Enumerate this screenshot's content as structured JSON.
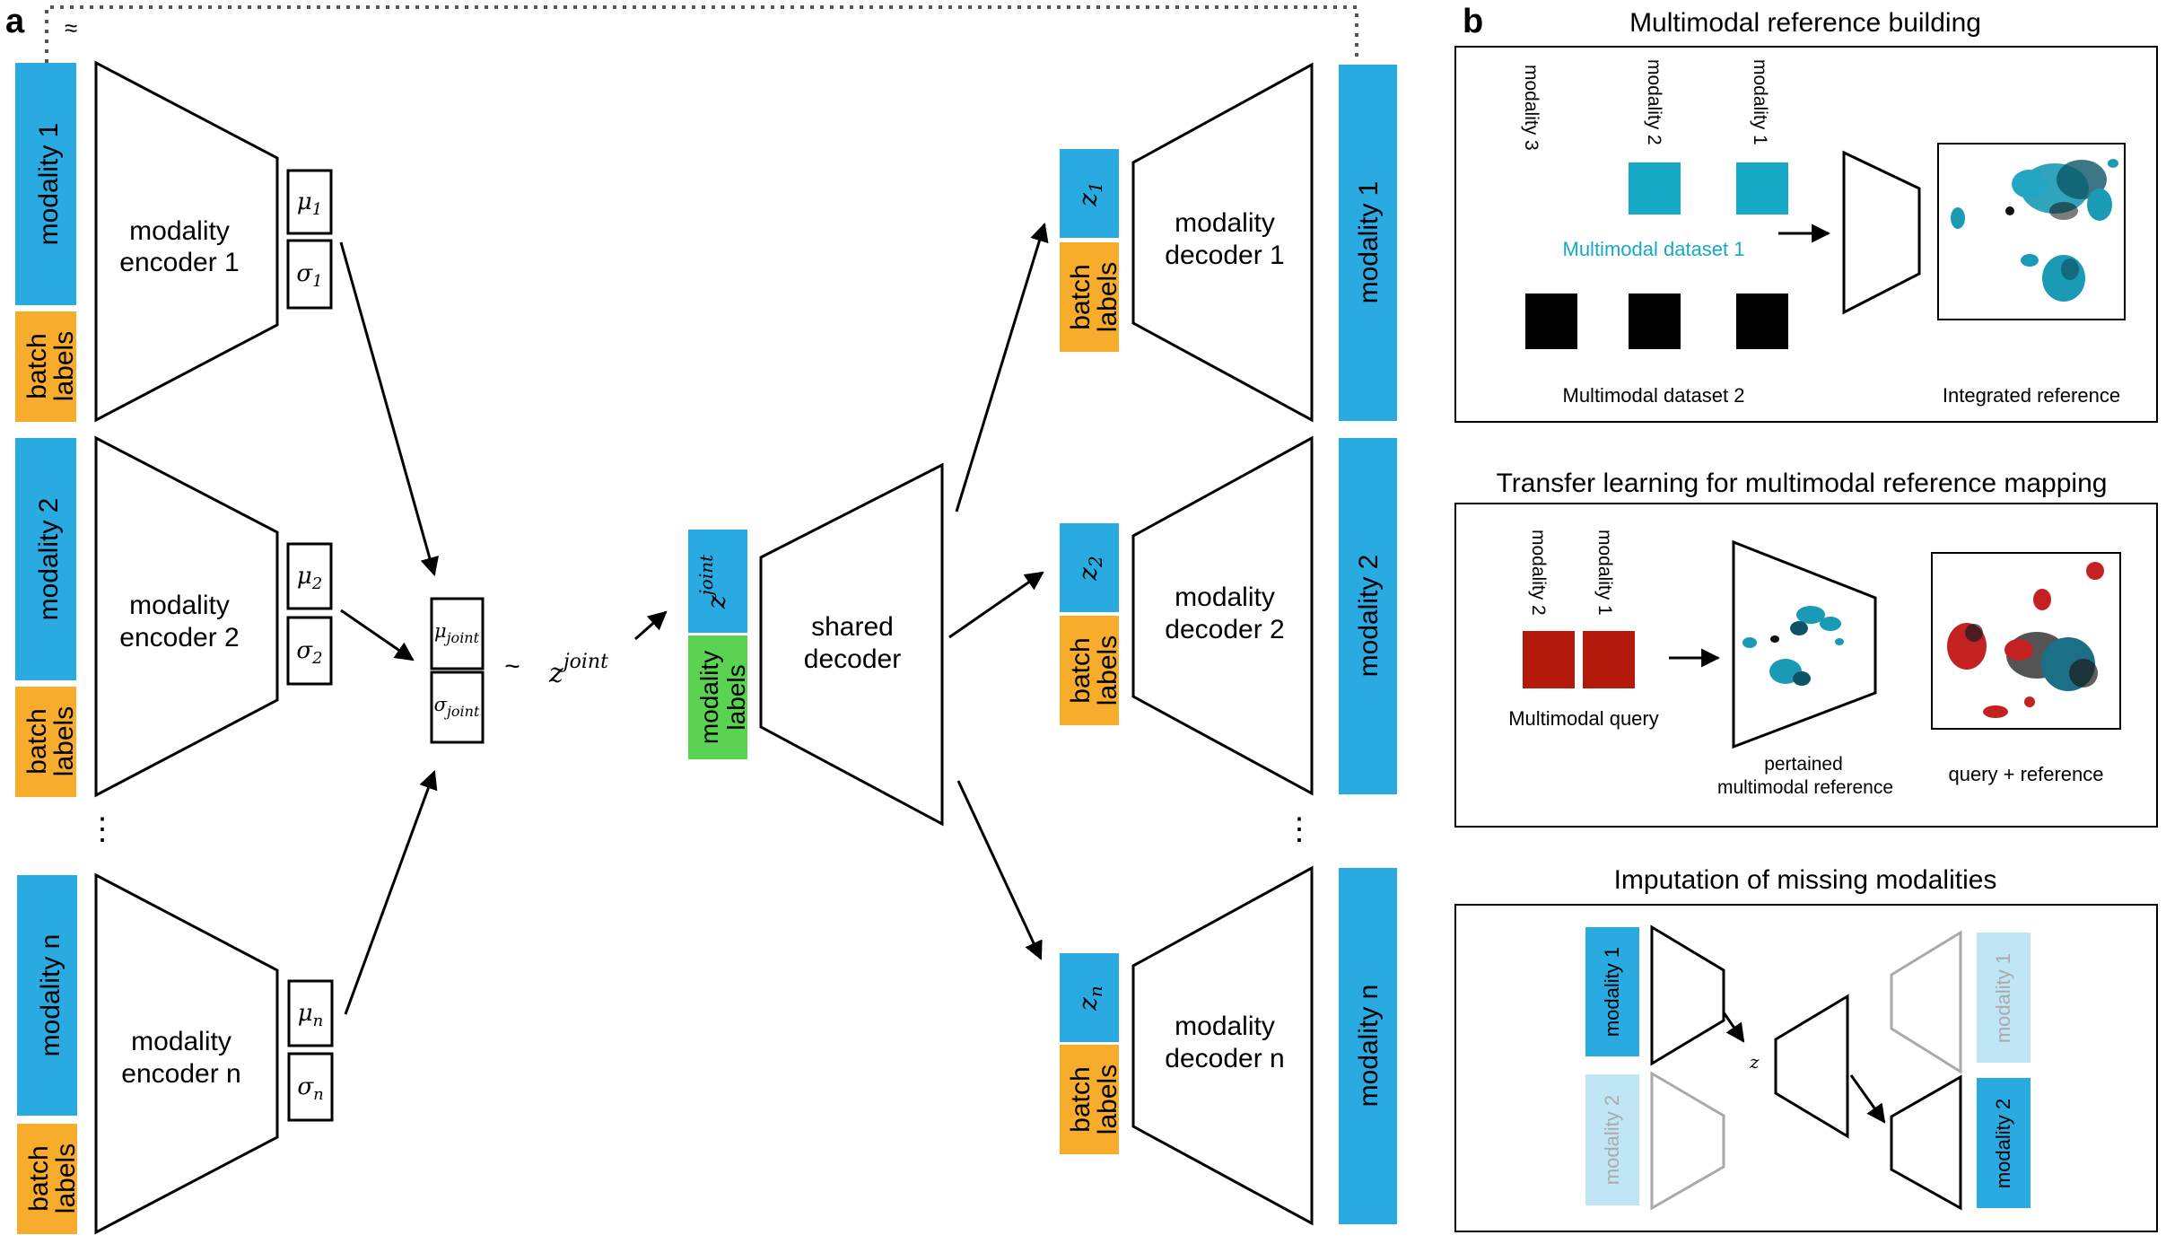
{
  "panel_a": {
    "label": "a",
    "approx_symbol": "≈",
    "dots": "⋮",
    "tilde": "~",
    "encoders": [
      {
        "input": "modality 1",
        "batch": "batch labels",
        "title": "modality",
        "sub": "encoder 1",
        "mu": "μ",
        "mu_sub": "1",
        "sigma": "σ",
        "sigma_sub": "1"
      },
      {
        "input": "modality 2",
        "batch": "batch labels",
        "title": "modality",
        "sub": "encoder 2",
        "mu": "μ",
        "mu_sub": "2",
        "sigma": "σ",
        "sigma_sub": "2"
      },
      {
        "input": "modality n",
        "batch": "batch labels",
        "title": "modality",
        "sub": "encoder n",
        "mu": "μ",
        "mu_sub": "n",
        "sigma": "σ",
        "sigma_sub": "n"
      }
    ],
    "joint": {
      "mu": "μ",
      "mu_sub": "joint",
      "sigma": "σ",
      "sigma_sub": "joint",
      "z": "z",
      "z_sup": "joint"
    },
    "shared": {
      "latent": "z",
      "latent_sup": "joint",
      "labels": "modality labels",
      "title": "shared",
      "sub": "decoder"
    },
    "decoders": [
      {
        "z": "z",
        "z_sub": "1",
        "batch": "batch labels",
        "title": "modality",
        "sub": "decoder 1",
        "output": "modality 1"
      },
      {
        "z": "z",
        "z_sub": "2",
        "batch": "batch labels",
        "title": "modality",
        "sub": "decoder 2",
        "output": "modality 2"
      },
      {
        "z": "z",
        "z_sub": "n",
        "batch": "batch labels",
        "title": "modality",
        "sub": "decoder n",
        "output": "modality n"
      }
    ]
  },
  "panel_b": {
    "label": "b",
    "box1": {
      "title": "Multimodal reference building",
      "col_labels": [
        "modality 3",
        "modality 2",
        "modality 1"
      ],
      "dataset1": "Multimodal dataset 1",
      "dataset2": "Multimodal dataset 2",
      "result": "Integrated reference"
    },
    "box2": {
      "title": "Transfer learning for multimodal reference mapping",
      "col_labels": [
        "modality 2",
        "modality 1"
      ],
      "query": "Multimodal query",
      "pretrained_line1": "pertained",
      "pretrained_line2": "multimodal reference",
      "result": "query + reference"
    },
    "box3": {
      "title": "Imputation of missing modalities",
      "in_present": "modality 1",
      "in_missing": "modality 2",
      "latent": "z",
      "out_missing": "modality 1",
      "out_present": "modality 2"
    }
  },
  "colors": {
    "modality_blue": "#29aae1",
    "batch_orange": "#f8ac2c",
    "labels_green": "#5ad352",
    "dataset1_teal": "#16a9c6",
    "dataset2_black": "#000000",
    "query_red": "#b31a0b",
    "faded_blue": "#c0e6f5",
    "faded_gray": "#aaaaaa"
  }
}
